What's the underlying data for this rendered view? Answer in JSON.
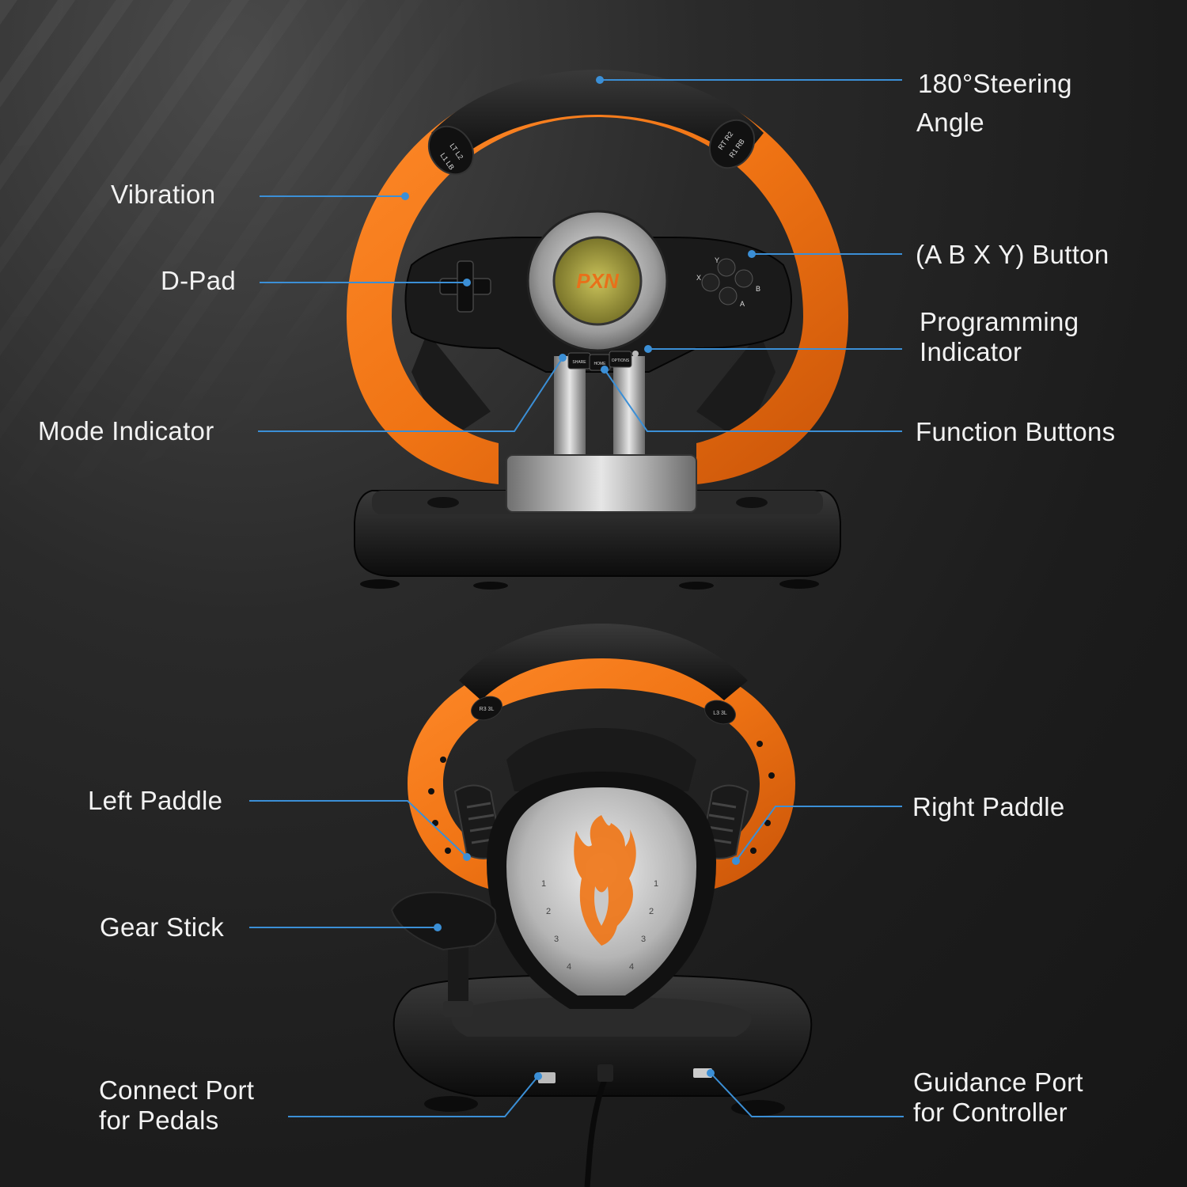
{
  "brand": {
    "logo_text": "PXN",
    "logo_color": "#e8701a"
  },
  "colors": {
    "accent_orange": "#f07414",
    "leader_line": "#3b8fd6",
    "background": "#1e1e1e"
  },
  "top_wheel": {
    "buttons": {
      "lt_l2": "LT L2",
      "lb_l1": "L1 LB",
      "rt_r2": "RT R2",
      "r1_rb": "R1 RB",
      "share": "SHARE",
      "home": "HOME",
      "options": "OPTIONS",
      "y": "Y",
      "x": "X",
      "b": "B",
      "a": "A"
    }
  },
  "labels": {
    "steering_angle_line1": "180°Steering",
    "steering_angle_line2": "Angle",
    "vibration": "Vibration",
    "abxy_button": "(A B X Y) Button",
    "dpad": "D-Pad",
    "programming_indicator_line1": "Programming",
    "programming_indicator_line2": "Indicator",
    "mode_indicator": "Mode Indicator",
    "function_buttons": "Function Buttons",
    "left_paddle": "Left Paddle",
    "right_paddle": "Right Paddle",
    "gear_stick": "Gear Stick",
    "connect_port_line1": "Connect Port",
    "connect_port_line2": "for Pedals",
    "guidance_port_line1": "Guidance Port",
    "guidance_port_line2": "for Controller"
  },
  "bottom_wheel": {
    "paddle_marks": {
      "left": "R3 3L",
      "right": "L3 3L"
    },
    "gear_numbers_left": [
      "1",
      "2",
      "3",
      "4"
    ],
    "gear_numbers_right": [
      "1",
      "2",
      "3",
      "4"
    ]
  }
}
